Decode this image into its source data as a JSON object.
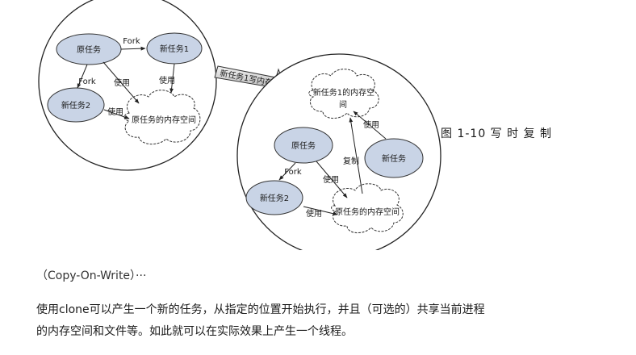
{
  "diagram": {
    "left": {
      "orig_task": "原任务",
      "new_task1": "新任务1",
      "new_task2": "新任务2",
      "memory": "原任务的内存空间",
      "fork_top": "Fork",
      "fork_left": "Fork",
      "use_center": "使用",
      "use_right": "使用",
      "use_bottom": "使用"
    },
    "arrow_label": "新任务1写内存",
    "right": {
      "new_memory_line1": "新任务1的内存空",
      "new_memory_line2": "间",
      "orig_task": "原任务",
      "new_task": "新任务",
      "new_task2": "新任务2",
      "memory": "原任务的内存空间",
      "fork": "Fork",
      "copy": "复制",
      "use_top": "使用",
      "use_center": "使用",
      "use_bottom": "使用"
    }
  },
  "caption": "图 1-10  写 时 复 制",
  "subtitle": "（Copy-On-Write）···",
  "paragraph": {
    "line1": "使用clone可以产生一个新的任务，从指定的位置开始执行，并且（可选的）共享当前进程",
    "line2": "的内存空间和文件等。如此就可以在实际效果上产生一个线程。"
  }
}
